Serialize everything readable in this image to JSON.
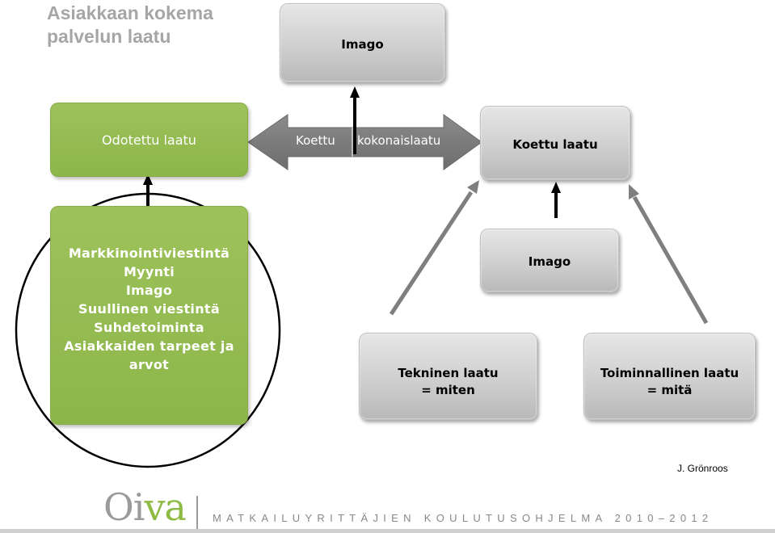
{
  "title": {
    "line1": "Asiakkaan kokema",
    "line2": "palvelun laatu"
  },
  "boxes": {
    "imago_top": "Imago",
    "odotettu": "Odotettu laatu",
    "koettu": "Koettu laatu",
    "imago_right": "Imago",
    "tekninen": {
      "line1": "Tekninen laatu",
      "line2": "= miten"
    },
    "toiminnallinen": {
      "line1": "Toiminnallinen laatu",
      "line2": "= mitä"
    }
  },
  "arrow_label": {
    "left": "Koettu",
    "right": "kokonaislaatu"
  },
  "influences": [
    "Markkinointiviestintä",
    "Myynti",
    "Imago",
    "Suullinen viestintä",
    "Suhdetoiminta",
    "Asiakkaiden tarpeet ja",
    "arvot"
  ],
  "credit": "J. Grönroos",
  "footer": {
    "logo_gray": "Oi",
    "logo_green": "va",
    "tagline": "MATKAILUYRITTÄJIEN KOULUTUSOHJELMA 2010–2012"
  },
  "colors": {
    "green": "#8cb64a",
    "gray_box": "#cfcfcf",
    "arrow_gray": "#7f7f7f",
    "title_gray": "#a6a6a6"
  }
}
